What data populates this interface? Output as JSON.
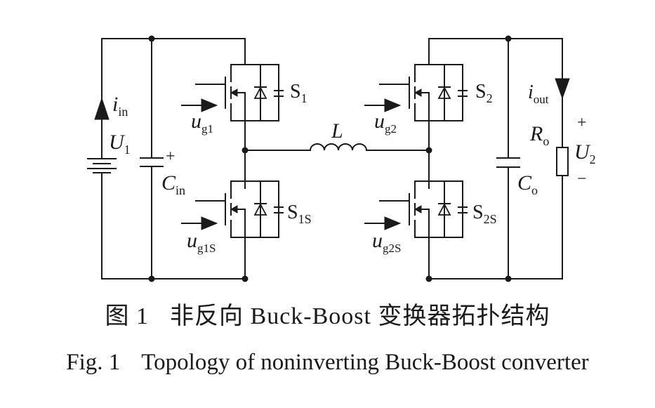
{
  "labels": {
    "i_in": {
      "main": "i",
      "sub": "in"
    },
    "U1": {
      "main": "U",
      "sub": "1"
    },
    "C_in": {
      "main": "C",
      "sub": "in",
      "plus": "+"
    },
    "S1": {
      "main": "S",
      "sub": "1"
    },
    "ug1": {
      "main": "u",
      "sub": "g1"
    },
    "S1S": {
      "main": "S",
      "sub": "1S"
    },
    "ug1S": {
      "main": "u",
      "sub": "g1S"
    },
    "L": "L",
    "S2": {
      "main": "S",
      "sub": "2"
    },
    "ug2": {
      "main": "u",
      "sub": "g2"
    },
    "S2S": {
      "main": "S",
      "sub": "2S"
    },
    "ug2S": {
      "main": "u",
      "sub": "g2S"
    },
    "i_out": {
      "main": "i",
      "sub": "out"
    },
    "Ro": {
      "main": "R",
      "sub": "o"
    },
    "U2": {
      "main": "U",
      "sub": "2",
      "plus": "+",
      "minus": "−"
    },
    "Co": {
      "main": "C",
      "sub": "o"
    }
  },
  "caption": {
    "cn_fig": "图 1",
    "cn_title": "非反向 Buck-Boost 变换器拓扑结构",
    "en_fig": "Fig. 1",
    "en_title": "Topology of noninverting Buck-Boost converter"
  }
}
